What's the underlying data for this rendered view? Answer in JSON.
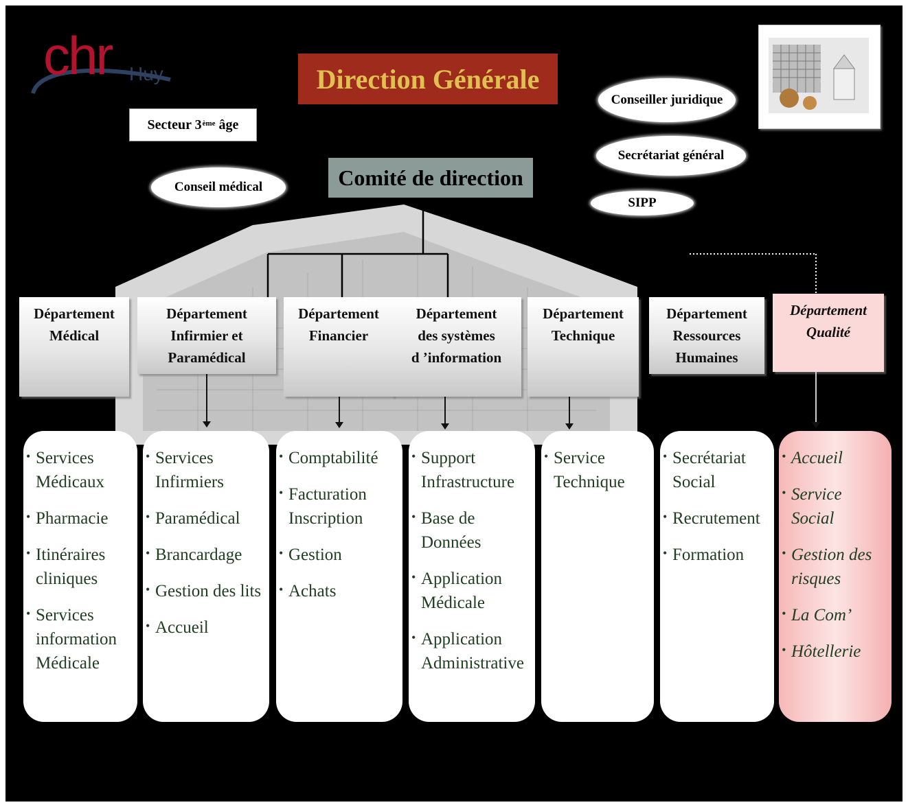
{
  "logo": {
    "chr": "chr",
    "huy": "Huy"
  },
  "title": "Direction Générale",
  "sector": {
    "text": "Secteur 3",
    "sup": "ème",
    "suffix": " âge"
  },
  "conseil_medical": "Conseil médical",
  "comite": "Comité de direction",
  "conseiller_juridique": "Conseiller juridique",
  "secretariat_general": "Secrétariat général",
  "sipp": "SIPP",
  "departments": [
    {
      "lines": [
        "Département",
        "Médical"
      ]
    },
    {
      "lines": [
        "Département",
        "Infirmier et",
        "Paramédical"
      ]
    },
    {
      "lines": [
        "Département",
        "Financier"
      ]
    },
    {
      "lines": [
        "Département",
        "des systèmes",
        "d ’information"
      ]
    },
    {
      "lines": [
        "Département",
        "Technique"
      ]
    },
    {
      "lines": [
        "Département",
        "Ressources",
        "Humaines"
      ]
    },
    {
      "lines": [
        "Département",
        "Qualité"
      ]
    }
  ],
  "panels": [
    {
      "items": [
        "Services Médicaux",
        "Pharmacie",
        "Itinéraires cliniques",
        "Services information Médicale"
      ]
    },
    {
      "items": [
        "Services Infirmiers",
        "Paramédical",
        "Brancardage",
        "Gestion des lits",
        "Accueil"
      ]
    },
    {
      "items": [
        "Comptabilité",
        "Facturation Inscription",
        "Gestion",
        "Achats"
      ]
    },
    {
      "items": [
        "Support Infrastructure",
        "Base de Données",
        "Application Médicale",
        "Application Administrative"
      ]
    },
    {
      "items": [
        "Service Technique"
      ]
    },
    {
      "items": [
        "Secrétariat Social",
        "Recrutement",
        "Formation"
      ]
    },
    {
      "items": [
        "Accueil",
        "Service Social",
        "Gestion des risques",
        "La Com’",
        "Hôtellerie"
      ]
    }
  ],
  "colors": {
    "background": "#000000",
    "title_bg": "#9e2b1c",
    "title_text": "#e0c050",
    "comite_bg": "#8a9b98",
    "quality_bg": "#fbd9d9",
    "list_text": "#1f3d1f",
    "logo_red": "#b3132e",
    "logo_blue": "#2f4160"
  }
}
